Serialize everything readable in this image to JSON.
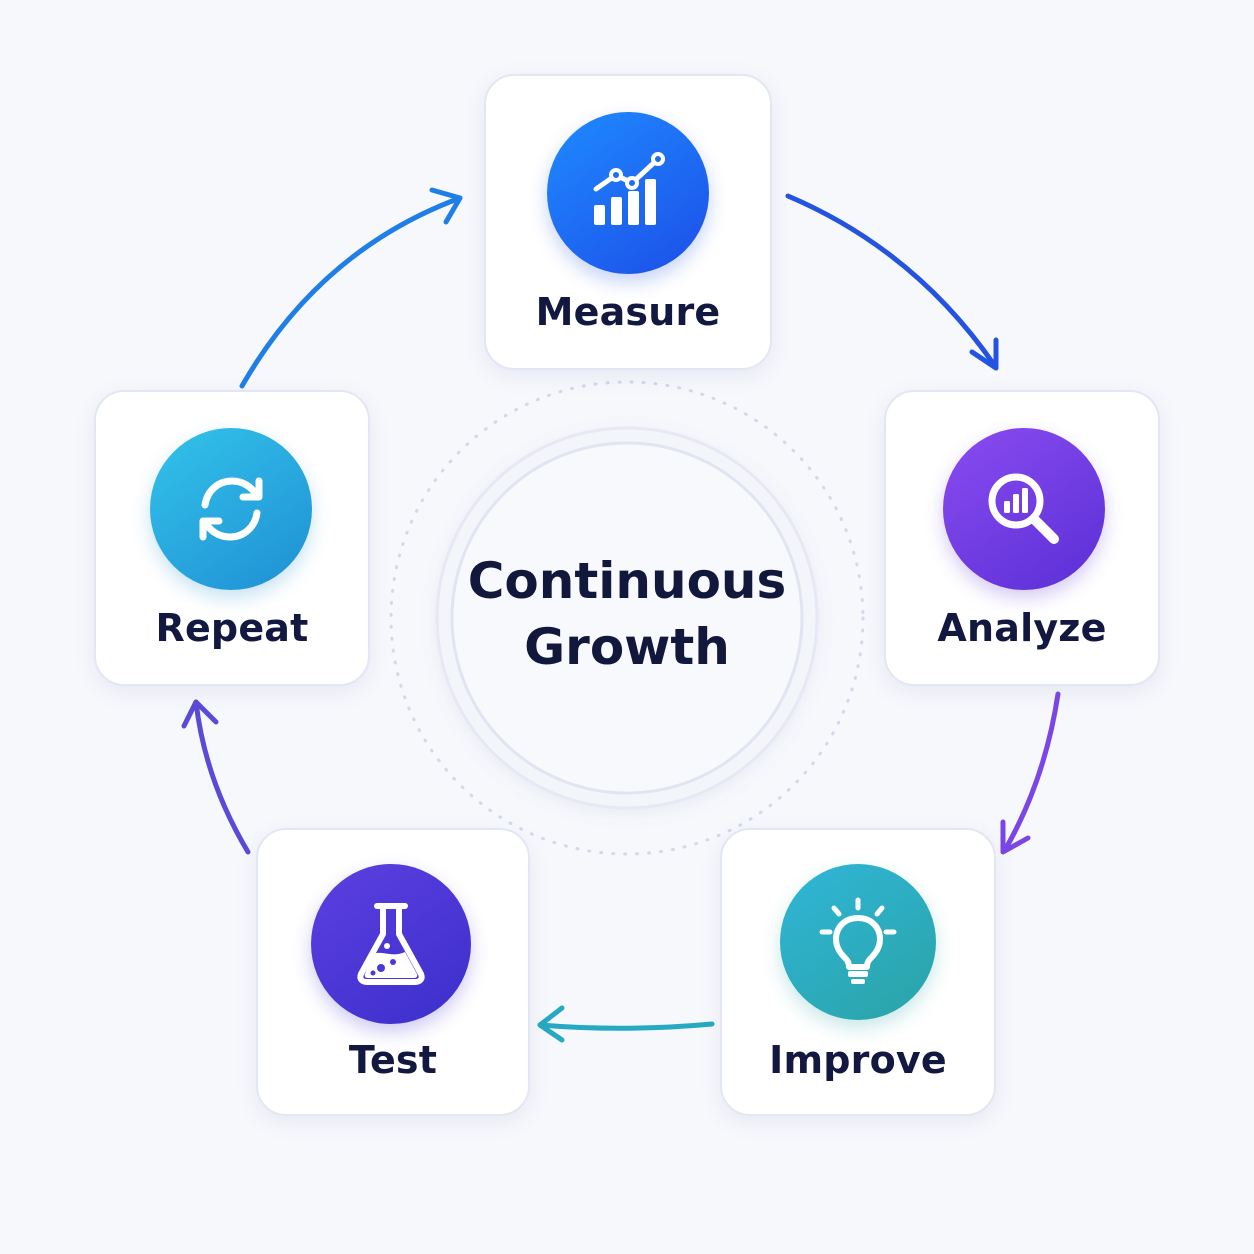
{
  "center": {
    "line1": "Continuous",
    "line2": "Growth"
  },
  "steps": [
    {
      "label": "Measure",
      "icon": "bar-chart-trend-icon",
      "gradient": [
        "#1f8bff",
        "#1c4ee8"
      ]
    },
    {
      "label": "Analyze",
      "icon": "magnifier-chart-icon",
      "gradient": [
        "#8a4cf0",
        "#5a2fd6"
      ]
    },
    {
      "label": "Improve",
      "icon": "lightbulb-icon",
      "gradient": [
        "#2fb6d8",
        "#2aa3a6"
      ]
    },
    {
      "label": "Test",
      "icon": "flask-icon",
      "gradient": [
        "#5d3fe0",
        "#3b2fcc"
      ]
    },
    {
      "label": "Repeat",
      "icon": "refresh-cycle-icon",
      "gradient": [
        "#33c3ea",
        "#1f8fd4"
      ]
    }
  ],
  "arrow_colors": {
    "measure_to_analyze": "#2353e0",
    "analyze_to_improve": "#7a46e6",
    "improve_to_test": "#26a9c2",
    "test_to_repeat": "#5b4ad8",
    "repeat_to_measure": "#1f7fe6"
  }
}
